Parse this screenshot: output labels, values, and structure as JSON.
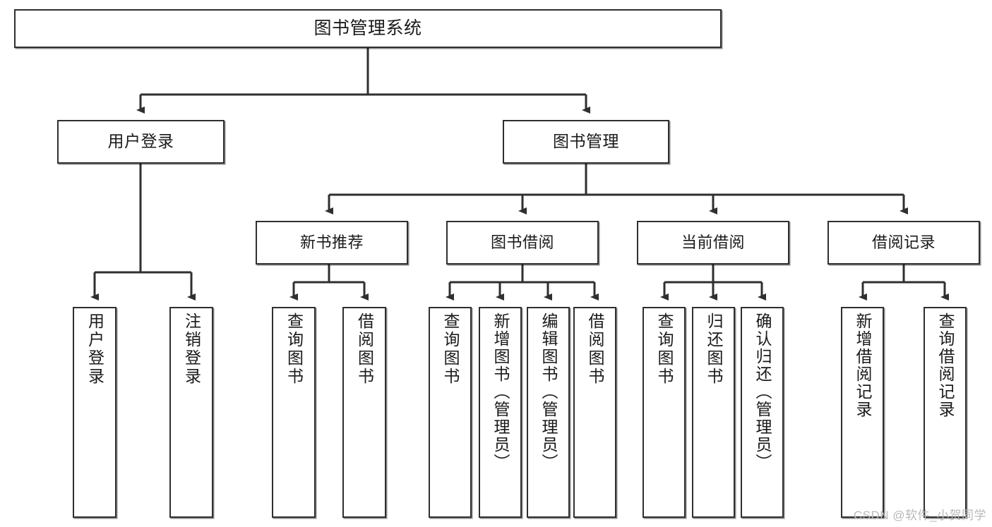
{
  "diagram": {
    "title": "图书管理系统",
    "watermark": "CSDN @软件_小贺同学",
    "line_color": "#2f2f2f",
    "box_fill": "#ffffff",
    "text_color": "#1a1a1a",
    "root": {
      "label": "图书管理系统"
    },
    "level1": [
      {
        "label": "用户登录"
      },
      {
        "label": "图书管理"
      }
    ],
    "level2": [
      {
        "label": "新书推荐"
      },
      {
        "label": "图书借阅"
      },
      {
        "label": "当前借阅"
      },
      {
        "label": "借阅记录"
      }
    ],
    "leaves": {
      "user_login": [
        {
          "label": "用户登录"
        },
        {
          "label": "注销登录"
        }
      ],
      "new_books": [
        {
          "label": "查询图书"
        },
        {
          "label": "借阅图书"
        }
      ],
      "book_borrow": [
        {
          "label": "查询图书"
        },
        {
          "label": "新增图书（管理员）"
        },
        {
          "label": "编辑图书（管理员）"
        },
        {
          "label": "借阅图书"
        }
      ],
      "current_borrow": [
        {
          "label": "查询图书"
        },
        {
          "label": "归还图书"
        },
        {
          "label": "确认归还（管理员）"
        }
      ],
      "borrow_records": [
        {
          "label": "新增借阅记录"
        },
        {
          "label": "查询借阅记录"
        }
      ]
    }
  }
}
